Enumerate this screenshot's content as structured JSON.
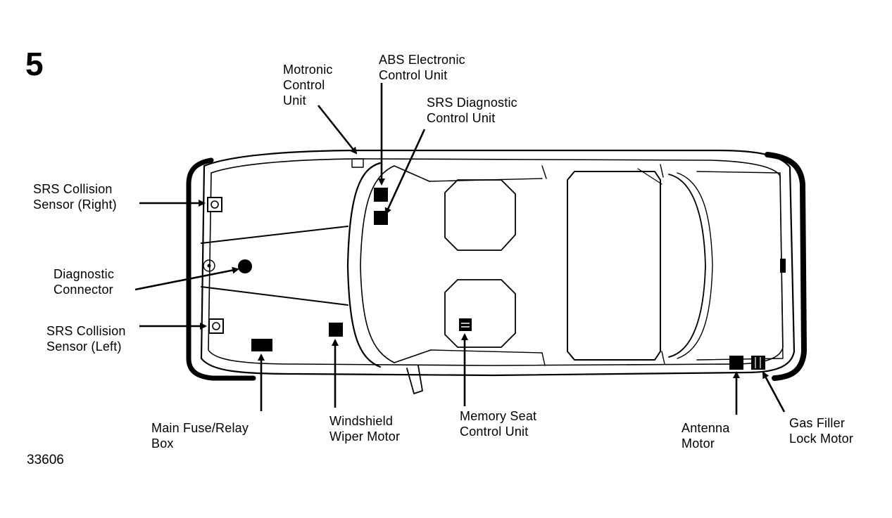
{
  "figure": {
    "number": "5",
    "id": "33606"
  },
  "labels": {
    "motronic": "Motronic\nControl\nUnit",
    "abs": "ABS Electronic\nControl Unit",
    "srs_diag": "SRS Diagnostic\nControl Unit",
    "srs_right": "SRS Collision\nSensor (Right)",
    "diag_connector": "Diagnostic\nConnector",
    "srs_left": "SRS Collision\nSensor (Left)",
    "main_fuse": "Main Fuse/Relay\nBox",
    "wiper": "Windshield\nWiper Motor",
    "memory_seat": "Memory Seat\nControl Unit",
    "antenna": "Antenna\nMotor",
    "gas_filler": "Gas Filler\nLock Motor"
  }
}
